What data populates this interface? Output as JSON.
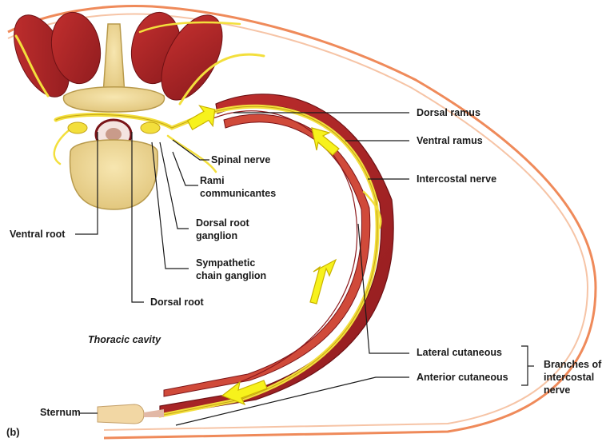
{
  "figure_label": "(b)",
  "labels": {
    "dorsal_ramus": "Dorsal ramus",
    "ventral_ramus": "Ventral ramus",
    "intercostal_nerve": "Intercostal nerve",
    "spinal_nerve": "Spinal nerve",
    "rami_communicantes_1": "Rami",
    "rami_communicantes_2": "communicantes",
    "dorsal_root_ganglion_1": "Dorsal root",
    "dorsal_root_ganglion_2": "ganglion",
    "sympathetic_chain_ganglion_1": "Sympathetic",
    "sympathetic_chain_ganglion_2": "chain ganglion",
    "ventral_root": "Ventral root",
    "dorsal_root": "Dorsal root",
    "thoracic_cavity": "Thoracic cavity",
    "lateral_cutaneous": "Lateral cutaneous",
    "anterior_cutaneous": "Anterior cutaneous",
    "branches_1": "Branches of",
    "branches_2": "intercostal",
    "branches_3": "nerve",
    "sternum": "Sternum"
  },
  "colors": {
    "muscle": "#b3262b",
    "muscle_dark": "#7a1418",
    "skin": "#e8724a",
    "nerve": "#f3df3c",
    "nerve_edge": "#c4a417",
    "bone": "#ecd79a",
    "bone_edge": "#b89a4c",
    "arrow": "#f7f21c",
    "line": "#1a1a1a"
  }
}
